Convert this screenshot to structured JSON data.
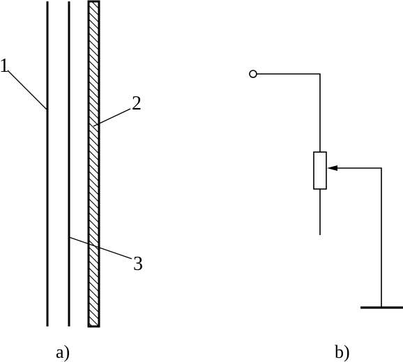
{
  "diagram_a": {
    "caption": "a)",
    "labels": {
      "one": "1",
      "two": "2",
      "three": "3"
    }
  },
  "diagram_b": {
    "caption": "b)"
  },
  "colors": {
    "stroke": "#000000",
    "background": "#ffffff"
  }
}
